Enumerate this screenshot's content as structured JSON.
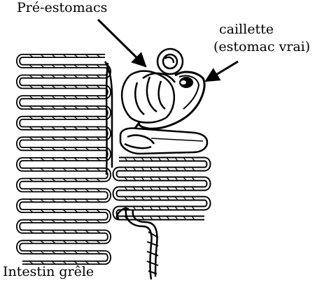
{
  "labels": {
    "pre_estomacs": "Pré-estomacs",
    "caillette_line1": "caillette",
    "caillette_line2": "(estomac vrai)",
    "intestin_grele": "Intestin grêle"
  },
  "colors": {
    "ink": "#000000",
    "background": "#ffffff"
  }
}
